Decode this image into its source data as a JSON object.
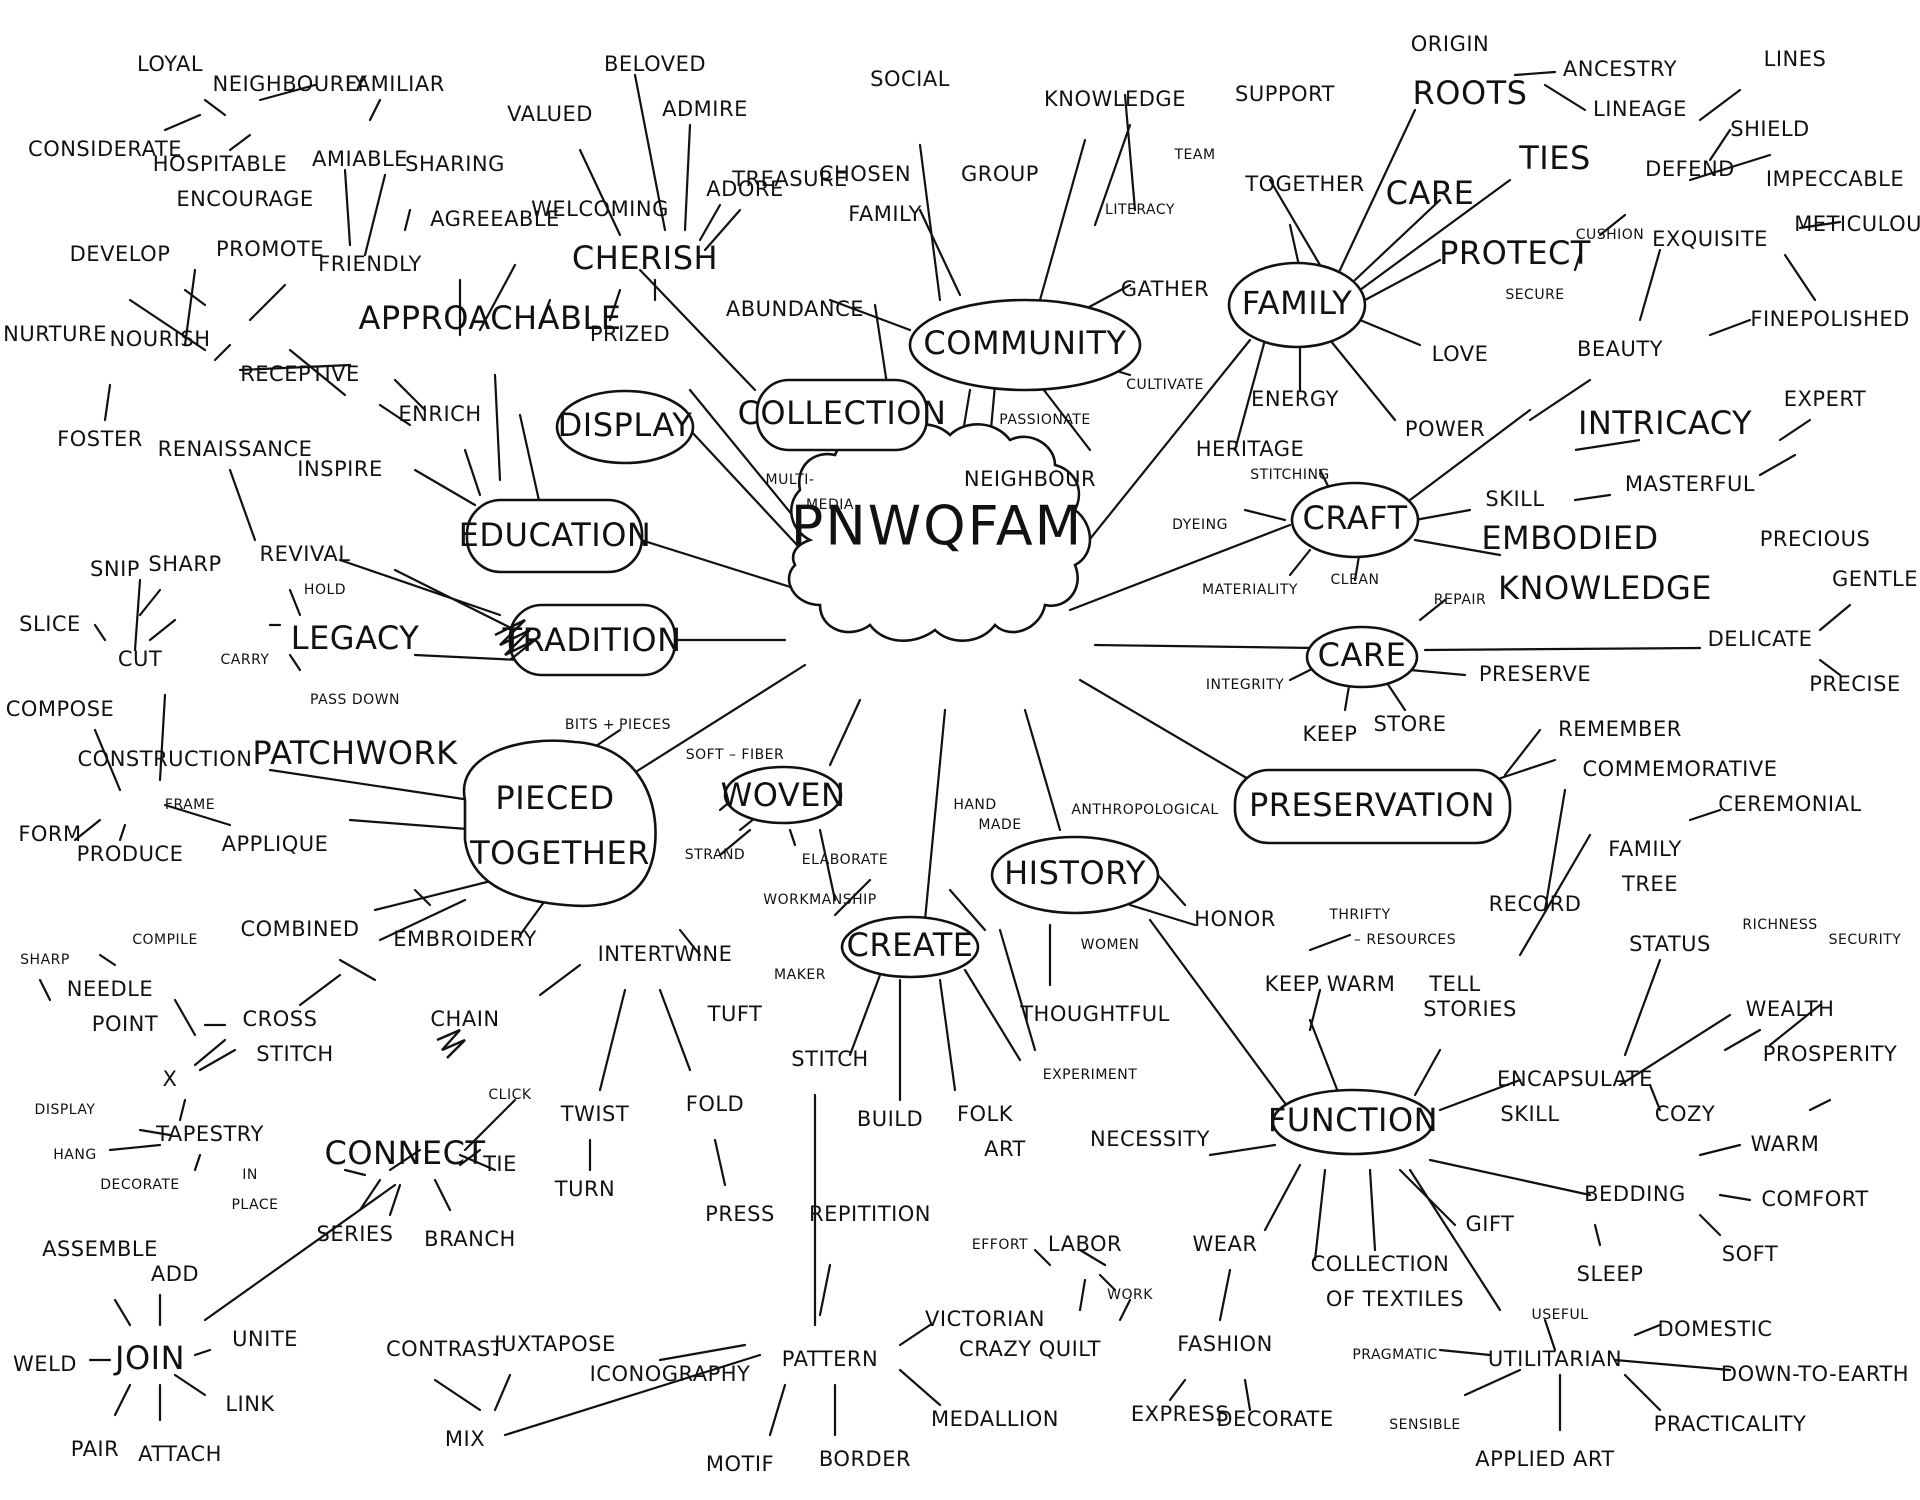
{
  "center": "PNWQFAM",
  "hubs": {
    "community": "COMMUNITY",
    "family": "FAMILY",
    "collection": "COLLECTION",
    "display": "DISPLAY",
    "education": "EDUCATION",
    "tradition": "TRADITION",
    "pieced": "PIECED",
    "together": "TOGETHER",
    "woven": "WOVEN",
    "create": "CREATE",
    "history": "HISTORY",
    "function": "FUNCTION",
    "craft": "CRAFT",
    "care": "CARE",
    "preservation": "PRESERVATION"
  },
  "words": {
    "loyal": "LOYAL",
    "neighbourly": "NEIGHBOURLY",
    "familiar": "FAMILIAR",
    "considerate": "CONSIDERATE",
    "hospitable": "HOSPITABLE",
    "amiable": "AMIABLE",
    "sharing": "SHARING",
    "develop": "DEVELOP",
    "encourage": "ENCOURAGE",
    "promote": "PROMOTE",
    "nurture": "NURTURE",
    "nourish": "NOURISH",
    "foster": "FOSTER",
    "friendly": "FRIENDLY",
    "agreeable": "AGREEABLE",
    "welcoming": "WELCOMING",
    "approachable": "APPROACHABLE",
    "receptive": "RECEPTIVE",
    "enrich": "ENRICH",
    "valued": "VALUED",
    "beloved": "BELOVED",
    "admire": "ADMIRE",
    "adore": "ADORE",
    "treasure": "TREASURE",
    "cherish": "CHERISH",
    "prized": "PRIZED",
    "renaissance": "RENAISSANCE",
    "inspire": "INSPIRE",
    "revival": "REVIVAL",
    "hold": "HOLD",
    "carry": "CARRY",
    "legacy": "LEGACY",
    "pass_down": "PASS DOWN",
    "slice": "SLICE",
    "snip": "SNIP",
    "sharp1": "SHARP",
    "cut": "CUT",
    "compose": "COMPOSE",
    "construction": "CONSTRUCTION",
    "form": "FORM",
    "frame": "FRAME",
    "produce": "PRODUCE",
    "patchwork": "PATCHWORK",
    "applique": "APPLIQUE",
    "bits": "BITS +",
    "pieces": "PIECES",
    "combined": "COMBINED",
    "compile": "COMPILE",
    "sharp2": "SHARP",
    "embroidery": "EMBROIDERY",
    "needle": "NEEDLE",
    "point": "POINT",
    "cross": "CROSS",
    "stitch1": "STITCH",
    "x": "X",
    "display2": "DISPLAY",
    "tapestry": "TAPESTRY",
    "hang": "HANG",
    "decorate1": "DECORATE",
    "in": "IN",
    "place": "PLACE",
    "connect": "CONNECT",
    "click": "CLICK",
    "tie": "TIE",
    "series": "SERIES",
    "branch": "BRANCH",
    "chain": "CHAIN",
    "assemble": "ASSEMBLE",
    "add": "ADD",
    "weld": "WELD",
    "join": "JOIN",
    "unite": "UNITE",
    "link": "LINK",
    "pair": "PAIR",
    "attach": "ATTACH",
    "intertwine": "INTERTWINE",
    "tuft": "TUFT",
    "twist": "TWIST",
    "turn": "TURN",
    "fold": "FOLD",
    "press": "PRESS",
    "soft_fiber": "SOFT – FIBER",
    "strand": "STRAND",
    "elaborate": "ELABORATE",
    "workmanship": "WORKMANSHIP",
    "maker": "MAKER",
    "hand": "HAND",
    "made": "MADE",
    "stitch2": "STITCH",
    "build": "BUILD",
    "folk": "FOLK",
    "art": "ART",
    "experiment": "EXPERIMENT",
    "repitition": "REPITITION",
    "pattern": "PATTERN",
    "victorian": "VICTORIAN",
    "crazy_quilt": "CRAZY QUILT",
    "medallion": "MEDALLION",
    "motif": "MOTIF",
    "border": "BORDER",
    "iconography": "ICONOGRAPHY",
    "contrast": "CONTRAST",
    "juxtapose": "JUXTAPOSE",
    "mix": "MIX",
    "social": "SOCIAL",
    "chosen": "CHOSEN",
    "family2": "FAMILY",
    "group": "GROUP",
    "knowledge1": "KNOWLEDGE",
    "literacy": "LITERACY",
    "gather": "GATHER",
    "cultivate": "CULTIVATE",
    "abundance": "ABUNDANCE",
    "passionate": "PASSIONATE",
    "neighbour": "NEIGHBOUR",
    "multi": "MULTI-",
    "media": "MEDIA",
    "team": "TEAM",
    "support": "SUPPORT",
    "together2": "TOGETHER",
    "origin": "ORIGIN",
    "roots": "ROOTS",
    "ancestry": "ANCESTRY",
    "lineage": "LINEAGE",
    "lines": "LINES",
    "care2": "CARE",
    "ties": "TIES",
    "protect": "PROTECT",
    "defend": "DEFEND",
    "shield": "SHIELD",
    "cushion": "CUSHION",
    "secure": "SECURE",
    "love": "LOVE",
    "energy": "ENERGY",
    "power": "POWER",
    "heritage": "HERITAGE",
    "exquisite": "EXQUISITE",
    "impeccable": "IMPECCABLE",
    "meticulous": "METICULOUS",
    "fine": "FINE",
    "polished": "POLISHED",
    "beauty": "BEAUTY",
    "intricacy": "INTRICACY",
    "expert": "EXPERT",
    "skill": "SKILL",
    "masterful": "MASTERFUL",
    "embodied": "EMBODIED",
    "knowledge2": "KNOWLEDGE",
    "stitching": "STITCHING",
    "dyeing": "DYEING",
    "materiality": "MATERIALITY",
    "clean": "CLEAN",
    "repair": "REPAIR",
    "integrity": "INTEGRITY",
    "keep": "KEEP",
    "store": "STORE",
    "preserve": "PRESERVE",
    "delicate": "DELICATE",
    "precious": "PRECIOUS",
    "gentle": "GENTLE",
    "precise": "PRECISE",
    "remember": "REMEMBER",
    "commemorative": "COMMEMORATIVE",
    "ceremonial": "CEREMONIAL",
    "record": "RECORD",
    "family_tree1": "FAMILY",
    "family_tree2": "TREE",
    "status": "STATUS",
    "richness": "RICHNESS",
    "security": "SECURITY",
    "wealth": "WEALTH",
    "prosperity": "PROSPERITY",
    "tell": "TELL",
    "stories": "STORIES",
    "thrifty": "THRIFTY",
    "resources": "– RESOURCES",
    "keep_warm": "KEEP WARM",
    "anthropological": "ANTHROPOLOGICAL",
    "honor": "HONOR",
    "women": "WOMEN",
    "thoughtful": "THOUGHTFUL",
    "encapsulate": "ENCAPSULATE",
    "skill2": "SKILL",
    "cozy": "COZY",
    "warm": "WARM",
    "bedding": "BEDDING",
    "comfort": "COMFORT",
    "soft": "SOFT",
    "sleep": "SLEEP",
    "necessity": "NECESSITY",
    "effort": "EFFORT",
    "labor": "LABOR",
    "work": "WORK",
    "wear": "WEAR",
    "fashion": "FASHION",
    "express": "EXPRESS",
    "decorate2": "DECORATE",
    "collection_of": "COLLECTION",
    "textiles": "OF TEXTILES",
    "gift": "GIFT",
    "useful": "USEFUL",
    "pragmatic": "PRAGMATIC",
    "utilitarian": "UTILITARIAN",
    "domestic": "DOMESTIC",
    "down_to_earth": "DOWN-TO-EARTH",
    "sensible": "SENSIBLE",
    "applied_art": "APPLIED ART",
    "practicality": "PRACTICALITY"
  }
}
